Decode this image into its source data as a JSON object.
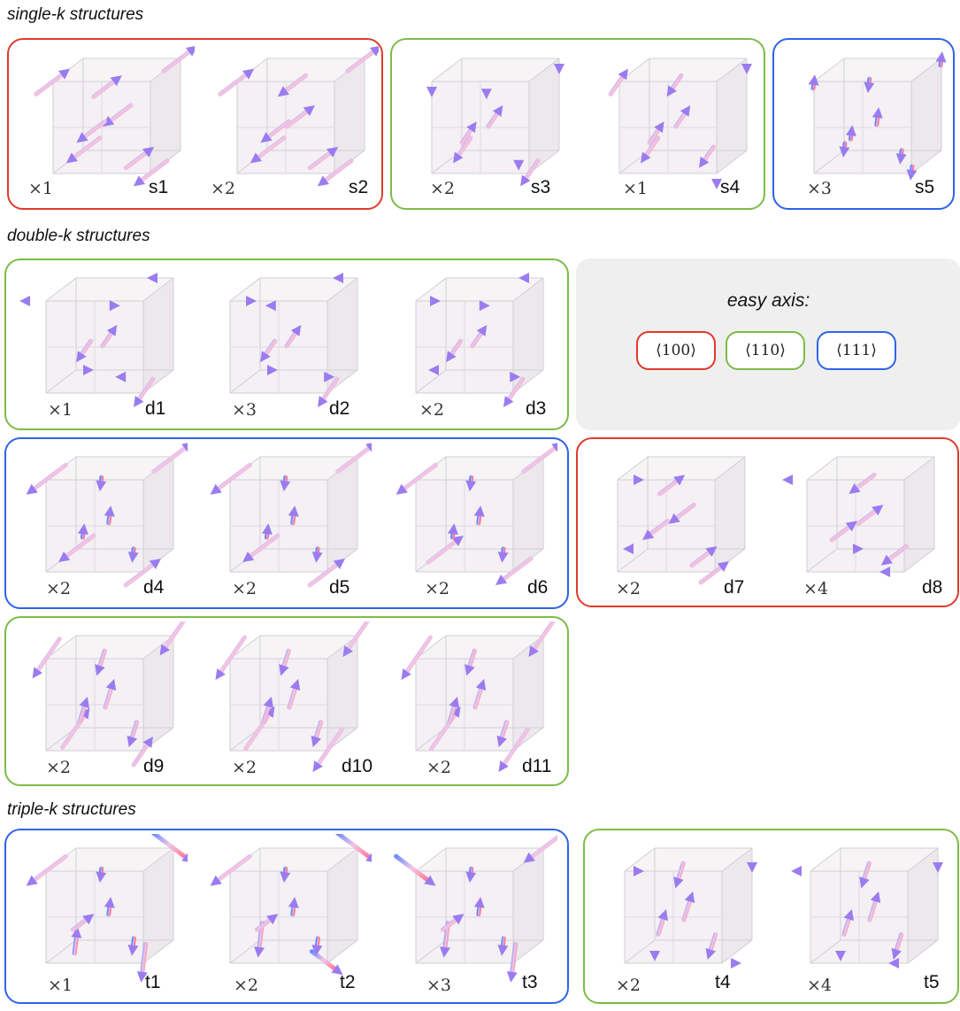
{
  "colors": {
    "red": "#e03a2c",
    "green": "#7cbc48",
    "blue": "#2f63e8"
  },
  "sections": {
    "single": "single-k structures",
    "double": "double-k structures",
    "triple": "triple-k structures"
  },
  "legend": {
    "title": "easy axis:",
    "chips": [
      {
        "text": "⟨100⟩",
        "color": "#e03a2c"
      },
      {
        "text": "⟨110⟩",
        "color": "#7cbc48"
      },
      {
        "text": "⟨111⟩",
        "color": "#2f63e8"
      }
    ]
  },
  "structures": [
    {
      "id": "s1",
      "multiplicity": "×1",
      "axis": "100",
      "pattern": "s1"
    },
    {
      "id": "s2",
      "multiplicity": "×2",
      "axis": "100",
      "pattern": "s2"
    },
    {
      "id": "s3",
      "multiplicity": "×2",
      "axis": "110",
      "pattern": "s3"
    },
    {
      "id": "s4",
      "multiplicity": "×1",
      "axis": "110",
      "pattern": "s4"
    },
    {
      "id": "s5",
      "multiplicity": "×3",
      "axis": "111",
      "pattern": "s5"
    },
    {
      "id": "d1",
      "multiplicity": "×1",
      "axis": "110",
      "pattern": "d1"
    },
    {
      "id": "d2",
      "multiplicity": "×3",
      "axis": "110",
      "pattern": "d2"
    },
    {
      "id": "d3",
      "multiplicity": "×2",
      "axis": "110",
      "pattern": "d3"
    },
    {
      "id": "d4",
      "multiplicity": "×2",
      "axis": "111",
      "pattern": "d4"
    },
    {
      "id": "d5",
      "multiplicity": "×2",
      "axis": "111",
      "pattern": "d5"
    },
    {
      "id": "d6",
      "multiplicity": "×2",
      "axis": "111",
      "pattern": "d6"
    },
    {
      "id": "d7",
      "multiplicity": "×2",
      "axis": "100",
      "pattern": "d7"
    },
    {
      "id": "d8",
      "multiplicity": "×4",
      "axis": "100",
      "pattern": "d8"
    },
    {
      "id": "d9",
      "multiplicity": "×2",
      "axis": "110",
      "pattern": "d9"
    },
    {
      "id": "d10",
      "multiplicity": "×2",
      "axis": "110",
      "pattern": "d10"
    },
    {
      "id": "d11",
      "multiplicity": "×2",
      "axis": "110",
      "pattern": "d11"
    },
    {
      "id": "t1",
      "multiplicity": "×1",
      "axis": "111",
      "pattern": "t1"
    },
    {
      "id": "t2",
      "multiplicity": "×2",
      "axis": "111",
      "pattern": "t2"
    },
    {
      "id": "t3",
      "multiplicity": "×3",
      "axis": "111",
      "pattern": "t3"
    },
    {
      "id": "t4",
      "multiplicity": "×2",
      "axis": "110",
      "pattern": "t4"
    },
    {
      "id": "t5",
      "multiplicity": "×4",
      "axis": "110",
      "pattern": "t5"
    }
  ]
}
